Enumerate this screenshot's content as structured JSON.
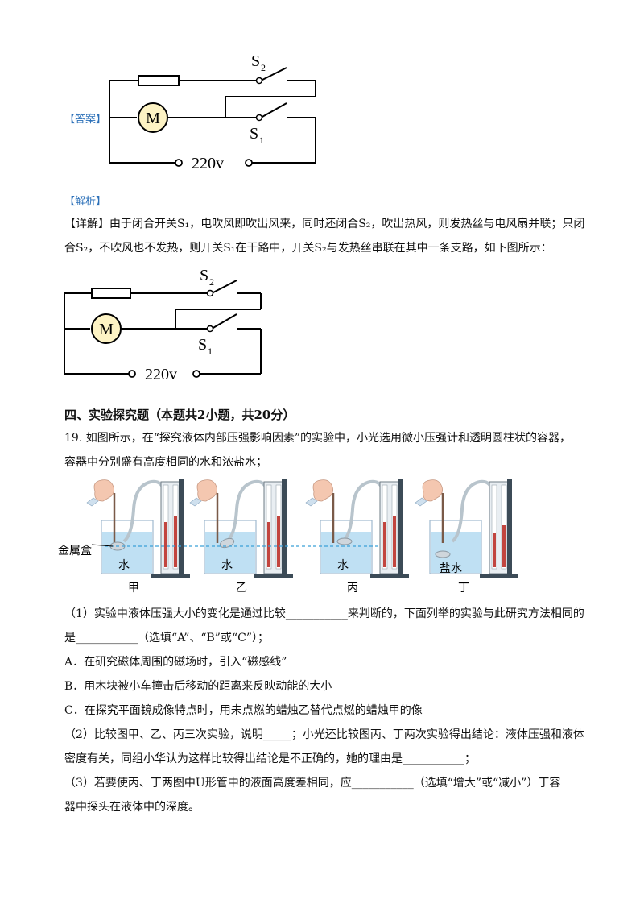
{
  "answer": {
    "label": "【答案】",
    "circuit": {
      "motor": "M",
      "s2": "S",
      "s2_sub": "2",
      "s1": "S",
      "s1_sub": "1",
      "voltage": "220v"
    }
  },
  "analysis": {
    "label": "【解析】",
    "detail_line1": "【详解】由于闭合开关S₁，电吹风即吹出风来，同时还闭合S₂，吹出热风，则发热丝与电风扇并联；只闭",
    "detail_line2": "合S₂，不吹风也不发热，则开关S₁在干路中，开关S₂与发热丝串联在其中一条支路，如下图所示：",
    "circuit": {
      "motor": "M",
      "s2": "S",
      "s2_sub": "2",
      "s1": "S",
      "s1_sub": "1",
      "voltage": "220v"
    }
  },
  "section4": {
    "title": "四、实验探究题（本题共2小题，共20分）"
  },
  "q19": {
    "intro1": "19. 如图所示，在“探究液体内部压强影响因素”的实验中，小光选用微小压强计和透明圆柱状的容器，",
    "intro2": "容器中分别盛有高度相同的水和浓盐水；",
    "figure": {
      "probe_label": "金属盒",
      "liquids": [
        "水",
        "水",
        "水",
        "盐水"
      ],
      "captions": [
        "甲",
        "乙",
        "丙",
        "丁"
      ]
    },
    "p1_line1": "（1）实验中液体压强大小的变化是通过比较___________来判断的，下面列举的实验与此研究方法相同的",
    "p1_line2": "是___________（选填“A”、“B”或“C”）；",
    "optA": "A．在研究磁体周围的磁场时，引入“磁感线”",
    "optB": "B．用木块被小车撞击后移动的距离来反映动能的大小",
    "optC": "C．在探究平面镜成像特点时，用未点燃的蜡烛乙替代点燃的蜡烛甲的像",
    "p2_line1": "（2）比较图甲、乙、丙三次实验，说明_____；小光还比较图丙、丁两次实验得出结论：液体压强和液体",
    "p2_line2": "密度有关，同组小华认为这样比较得出结论是不正确的，她的理由是___________；",
    "p3_line1": "（3）若要使丙、丁两图中U形管中的液面高度差相同，应___________（选填“增大”或“减小”）丁容",
    "p3_line2": "器中探头在液体中的深度。"
  }
}
